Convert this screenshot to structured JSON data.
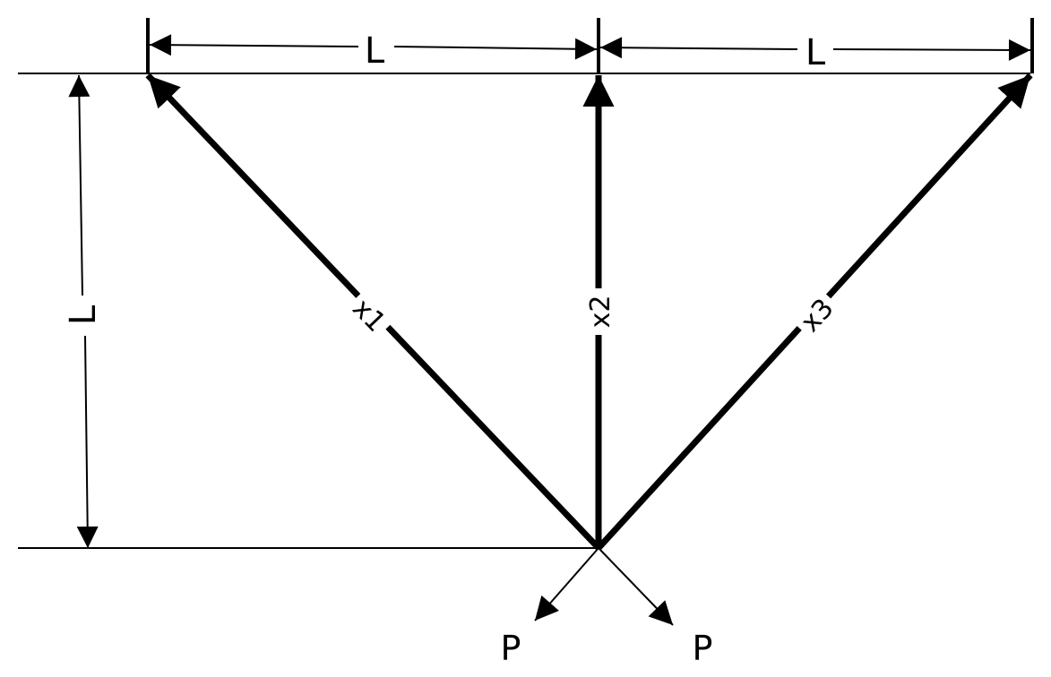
{
  "diagram": {
    "dimensions": {
      "top_left_span": "L",
      "top_right_span": "L",
      "height": "L"
    },
    "members": [
      {
        "label": "x1"
      },
      {
        "label": "x2"
      },
      {
        "label": "x3"
      }
    ],
    "loads": [
      {
        "label": "P"
      },
      {
        "label": "P"
      }
    ],
    "colors": {
      "ink": "#000000",
      "background": "#ffffff"
    }
  }
}
